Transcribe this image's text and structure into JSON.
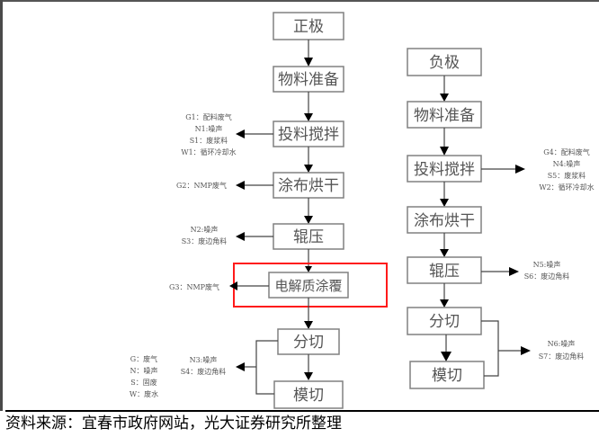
{
  "caption": "资料来源：宜春市政府网站，光大证券研究所整理",
  "highlight_color": "#ff1a1a",
  "positive": {
    "steps": [
      "正极",
      "物料准备",
      "投料搅拌",
      "涂布烘干",
      "辊压",
      "电解质涂覆",
      "分切",
      "模切"
    ],
    "outputs": {
      "mixing": [
        "G1：配料废气",
        "N1:噪声",
        "S1：废浆料",
        "W1：循环冷却水"
      ],
      "coating": [
        "G2：NMP废气"
      ],
      "rolling": [
        "N2:噪声",
        "S3：废边角料"
      ],
      "electrolyte": [
        "G3：NMP废气"
      ],
      "cutting": [
        "N3:噪声",
        "S4：废边角料"
      ]
    },
    "highlighted_step": "电解质涂覆"
  },
  "negative": {
    "steps": [
      "负极",
      "物料准备",
      "投料搅拌",
      "涂布烘干",
      "辊压",
      "分切",
      "模切"
    ],
    "outputs": {
      "mixing": [
        "G4：配料废气",
        "N4:噪声",
        "S5：废浆料",
        "W2：循环冷却水"
      ],
      "rolling": [
        "N5:噪声",
        "S6：废边角料"
      ],
      "cutting": [
        "N6:噪声",
        "S7：废边角料"
      ]
    }
  },
  "legend": [
    "G：废气",
    "N：噪声",
    "S：固废",
    "W：废水"
  ]
}
